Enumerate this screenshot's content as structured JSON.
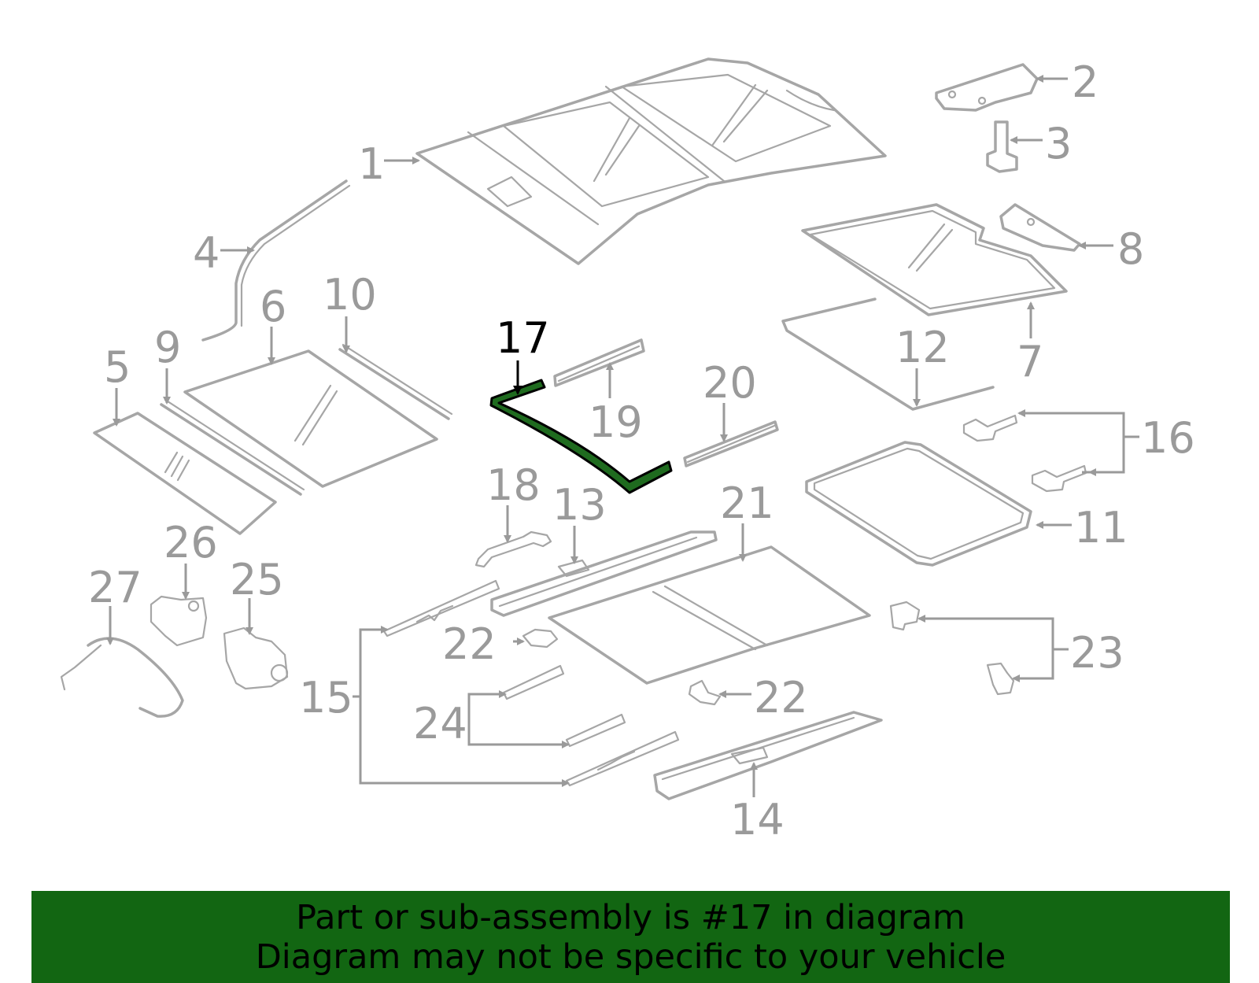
{
  "colors": {
    "banner_bg": "#126612",
    "highlight_fill": "#1f6b1f",
    "part_stroke": "#a6a6a6",
    "label_gray": "#9a9a9a",
    "highlight_label": "#000000"
  },
  "diagram": {
    "highlighted_part": "17",
    "callouts": [
      "1",
      "2",
      "3",
      "4",
      "5",
      "6",
      "7",
      "8",
      "9",
      "10",
      "11",
      "12",
      "13",
      "14",
      "15",
      "16",
      "17",
      "18",
      "19",
      "20",
      "21",
      "22",
      "22",
      "23",
      "24",
      "25",
      "26",
      "27"
    ]
  },
  "banner": {
    "line1": "Part or sub-assembly is #17 in diagram",
    "line2": "Diagram may not be specific to your vehicle"
  }
}
